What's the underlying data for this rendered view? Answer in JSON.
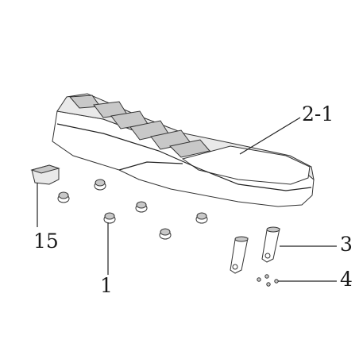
{
  "diagram": {
    "labels": {
      "seat_assembly": "2-1",
      "bracket": "3",
      "screw": "4",
      "bushing": "1",
      "cover": "15"
    }
  }
}
